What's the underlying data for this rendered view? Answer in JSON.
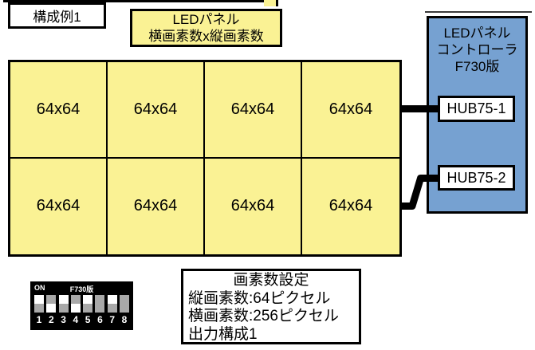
{
  "title_box": {
    "label": "構成例1"
  },
  "panel_label_box": {
    "lines": [
      "LEDパネル",
      "横画素数x縦画素数"
    ]
  },
  "panel_grid": {
    "rows": 2,
    "cols": 4,
    "cells": [
      "64x64",
      "64x64",
      "64x64",
      "64x64",
      "64x64",
      "64x64",
      "64x64",
      "64x64"
    ]
  },
  "controller": {
    "lines": [
      "LEDパネル",
      "コントローラ",
      "F730版"
    ],
    "ports": [
      {
        "label": "HUB75-1"
      },
      {
        "label": "HUB75-2"
      }
    ]
  },
  "dip_switch": {
    "on_label": "ON",
    "model_label": "F730版",
    "switches": [
      {
        "num": "1",
        "state": "up"
      },
      {
        "num": "2",
        "state": "down"
      },
      {
        "num": "3",
        "state": "up"
      },
      {
        "num": "4",
        "state": "down"
      },
      {
        "num": "5",
        "state": "up"
      },
      {
        "num": "6",
        "state": "neutral"
      },
      {
        "num": "7",
        "state": "up"
      },
      {
        "num": "8",
        "state": "neutral"
      }
    ]
  },
  "settings_box": {
    "title": "画素数設定",
    "lines": [
      "縦画素数:64ピクセル",
      "横画素数:256ピクセル",
      "出力構成1"
    ]
  },
  "colors": {
    "panel_yellow": "#FAF294",
    "controller_blue": "#76A1D1",
    "switch_gray": "#A9A9A9",
    "switch_white": "#FFFFFF",
    "border_black": "#000000"
  }
}
